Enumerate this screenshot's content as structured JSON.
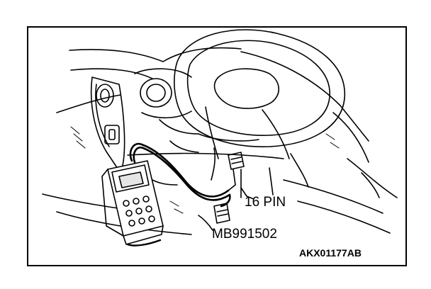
{
  "labels": {
    "connector": "16 PIN",
    "tool": "MB991502",
    "figure_code": "AKX01177AB"
  },
  "colors": {
    "ink": "#000000",
    "paper": "#ffffff"
  }
}
